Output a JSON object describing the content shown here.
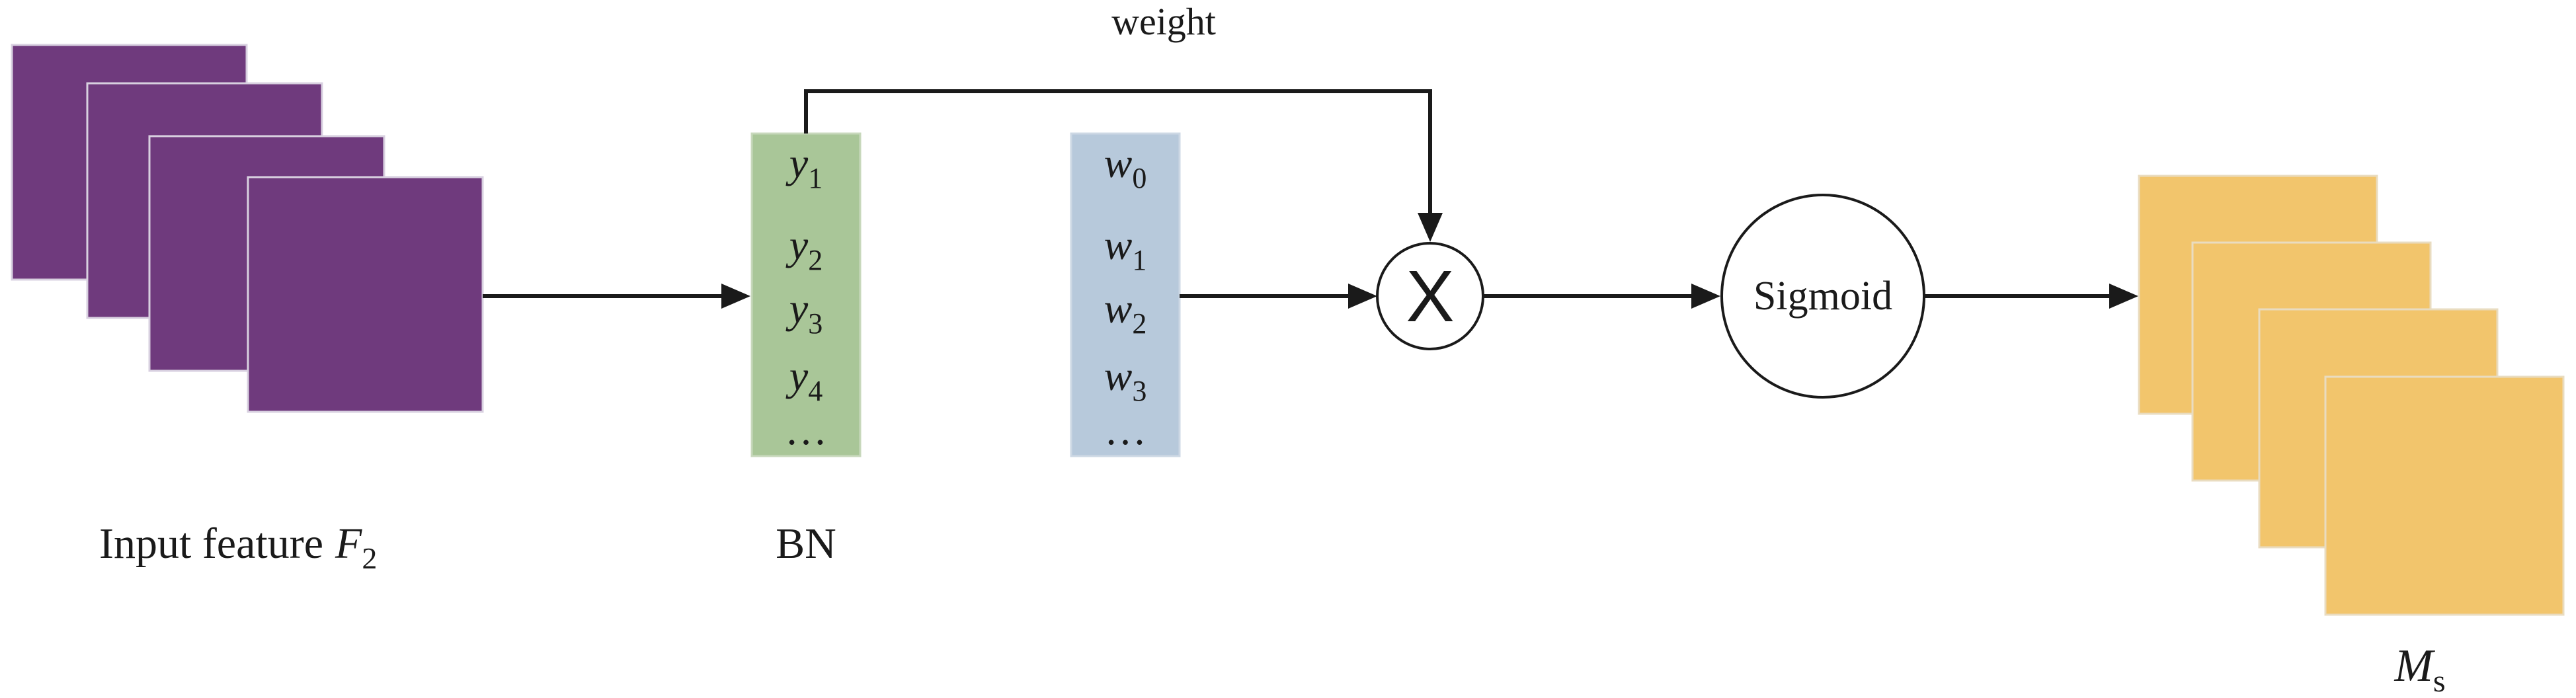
{
  "labels": {
    "input_feature": "Input feature",
    "input_feature_symbol": "F",
    "input_feature_sub": "2",
    "bn": "BN",
    "weight": "weight",
    "sigmoid": "Sigmoid",
    "multiply": "X",
    "output_symbol": "M",
    "output_sub": "s"
  },
  "bn_values": [
    {
      "base": "y",
      "sub": "1"
    },
    {
      "base": "y",
      "sub": "2"
    },
    {
      "base": "y",
      "sub": "3"
    },
    {
      "base": "y",
      "sub": "4"
    },
    {
      "base": "…",
      "sub": ""
    }
  ],
  "weight_values": [
    {
      "base": "w",
      "sub": "0"
    },
    {
      "base": "w",
      "sub": "1"
    },
    {
      "base": "w",
      "sub": "2"
    },
    {
      "base": "w",
      "sub": "3"
    },
    {
      "base": "…",
      "sub": ""
    }
  ],
  "colors": {
    "input_feature_fill": "#6f3a7d",
    "bn_fill": "#a9c698",
    "weight_fill": "#b7c9db",
    "output_fill": "#f2c56c",
    "line": "#1a1a1a"
  }
}
